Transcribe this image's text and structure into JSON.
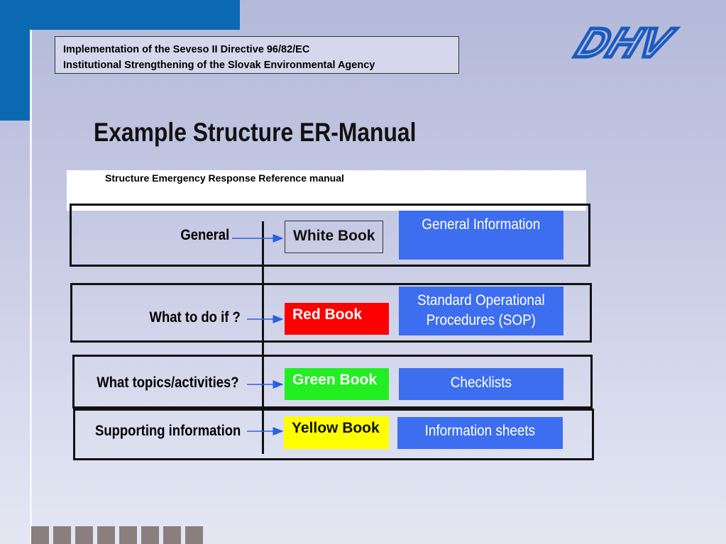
{
  "header": {
    "line1": "Implementation of the Seveso II Directive 96/82/EC",
    "line2": "Institutional Strengthening of the Slovak Environmental Agency"
  },
  "logo": {
    "text": "DHV",
    "color": "#1a5bbf"
  },
  "title": "Example Structure ER-Manual",
  "subtitle": "Structure Emergency Response Reference manual",
  "colors": {
    "accent": "#0b69b2",
    "description_box": "#3d6ef0",
    "red_book": "#ff0000",
    "green_book": "#22ee22",
    "yellow_book": "#ffff00",
    "arrow": "#2a5fe0"
  },
  "rows": [
    {
      "question": "General",
      "book": "White Book",
      "description": [
        "General Information"
      ]
    },
    {
      "question": "What to do if ?",
      "book": "Red Book",
      "description": [
        "Standard Operational",
        "Procedures (SOP)"
      ]
    },
    {
      "question": "What topics/activities?",
      "book": "Green Book",
      "description": [
        "Checklists"
      ]
    },
    {
      "question": "Supporting information",
      "book": "Yellow Book",
      "description": [
        "Information sheets"
      ]
    }
  ]
}
